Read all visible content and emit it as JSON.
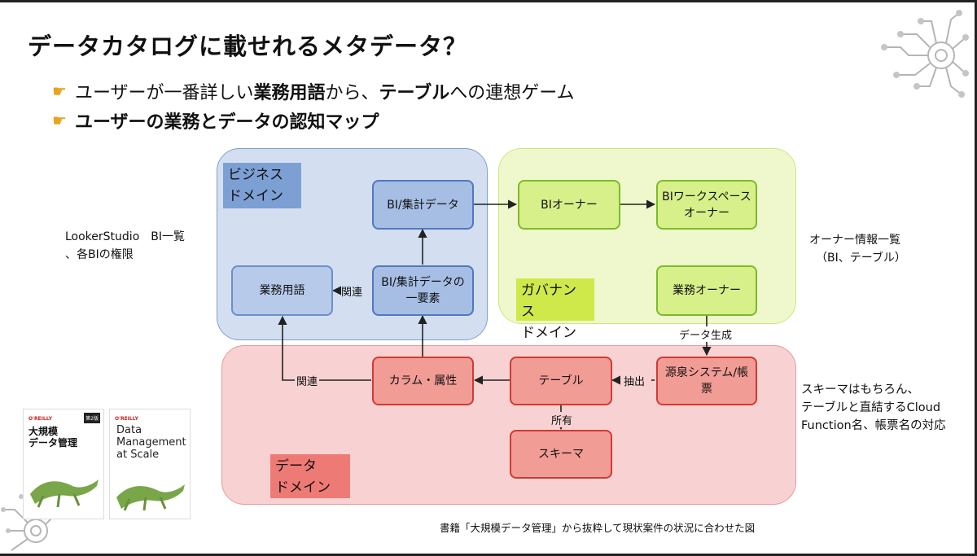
{
  "title": "データカタログに載せれるメタデータ？",
  "bullets": [
    {
      "pre": "ユーザーが一番詳しい",
      "b1": "業務用語",
      "mid": "から、",
      "b2": "テーブル",
      "post": "への連想ゲーム"
    },
    {
      "text": "ユーザーの業務とデータの認知マップ"
    }
  ],
  "regions": {
    "business": {
      "label_line1": "ビジネス",
      "label_line2": "ドメイン"
    },
    "governance": {
      "label_line1": "ガバナンス",
      "label_line2": "ドメイン"
    },
    "data": {
      "label_line1": "データ",
      "label_line2": "ドメイン"
    }
  },
  "nodes": {
    "bi_data": "BI/集計データ",
    "bi_owner": "BIオーナー",
    "bi_workspace_owner_l1": "BIワークスペース",
    "bi_workspace_owner_l2": "オーナー",
    "business_term": "業務用語",
    "bi_element_l1": "BI/集計データの",
    "bi_element_l2": "一要素",
    "business_owner": "業務オーナー",
    "column": "カラム・属性",
    "table": "テーブル",
    "source_system_l1": "源泉システム/帳",
    "source_system_l2": "票",
    "schema": "スキーマ"
  },
  "edge_labels": {
    "related_top": "関連",
    "related_bottom": "関連",
    "data_generation": "データ生成",
    "extract": "抽出",
    "owns": "所有"
  },
  "side_notes": {
    "left_l1": "LookerStudio　BI一覧",
    "left_l2": "、各BIの権限",
    "right_top_l1": "オーナー情報一覧",
    "right_top_l2": "（BI、テーブル）",
    "right_bottom_l1": "スキーマはもちろん、",
    "right_bottom_l2": "テーブルと直結するCloud",
    "right_bottom_l3": "Function名、帳票名の対応"
  },
  "caption": "書籍「大規模データ管理」から抜粋して現状案件の状況に合わせた図",
  "books": [
    {
      "publisher": "O'REILLY",
      "title_l1": "大規模",
      "title_l2": "データ管理",
      "edition": "第2版"
    },
    {
      "publisher": "O'REILLY",
      "title_l1": "Data",
      "title_l2": "Management",
      "title_l3": "at Scale"
    }
  ],
  "colors": {
    "business_region": "#d3dff0",
    "governance_region": "#eef8cc",
    "data_region": "#f8d2d2",
    "business_label": "#7da0d4",
    "governance_label": "#cfe94b",
    "data_label": "#ee7a76"
  },
  "icons": [
    "pointing-hand-icon",
    "circuit-brain-icon"
  ]
}
